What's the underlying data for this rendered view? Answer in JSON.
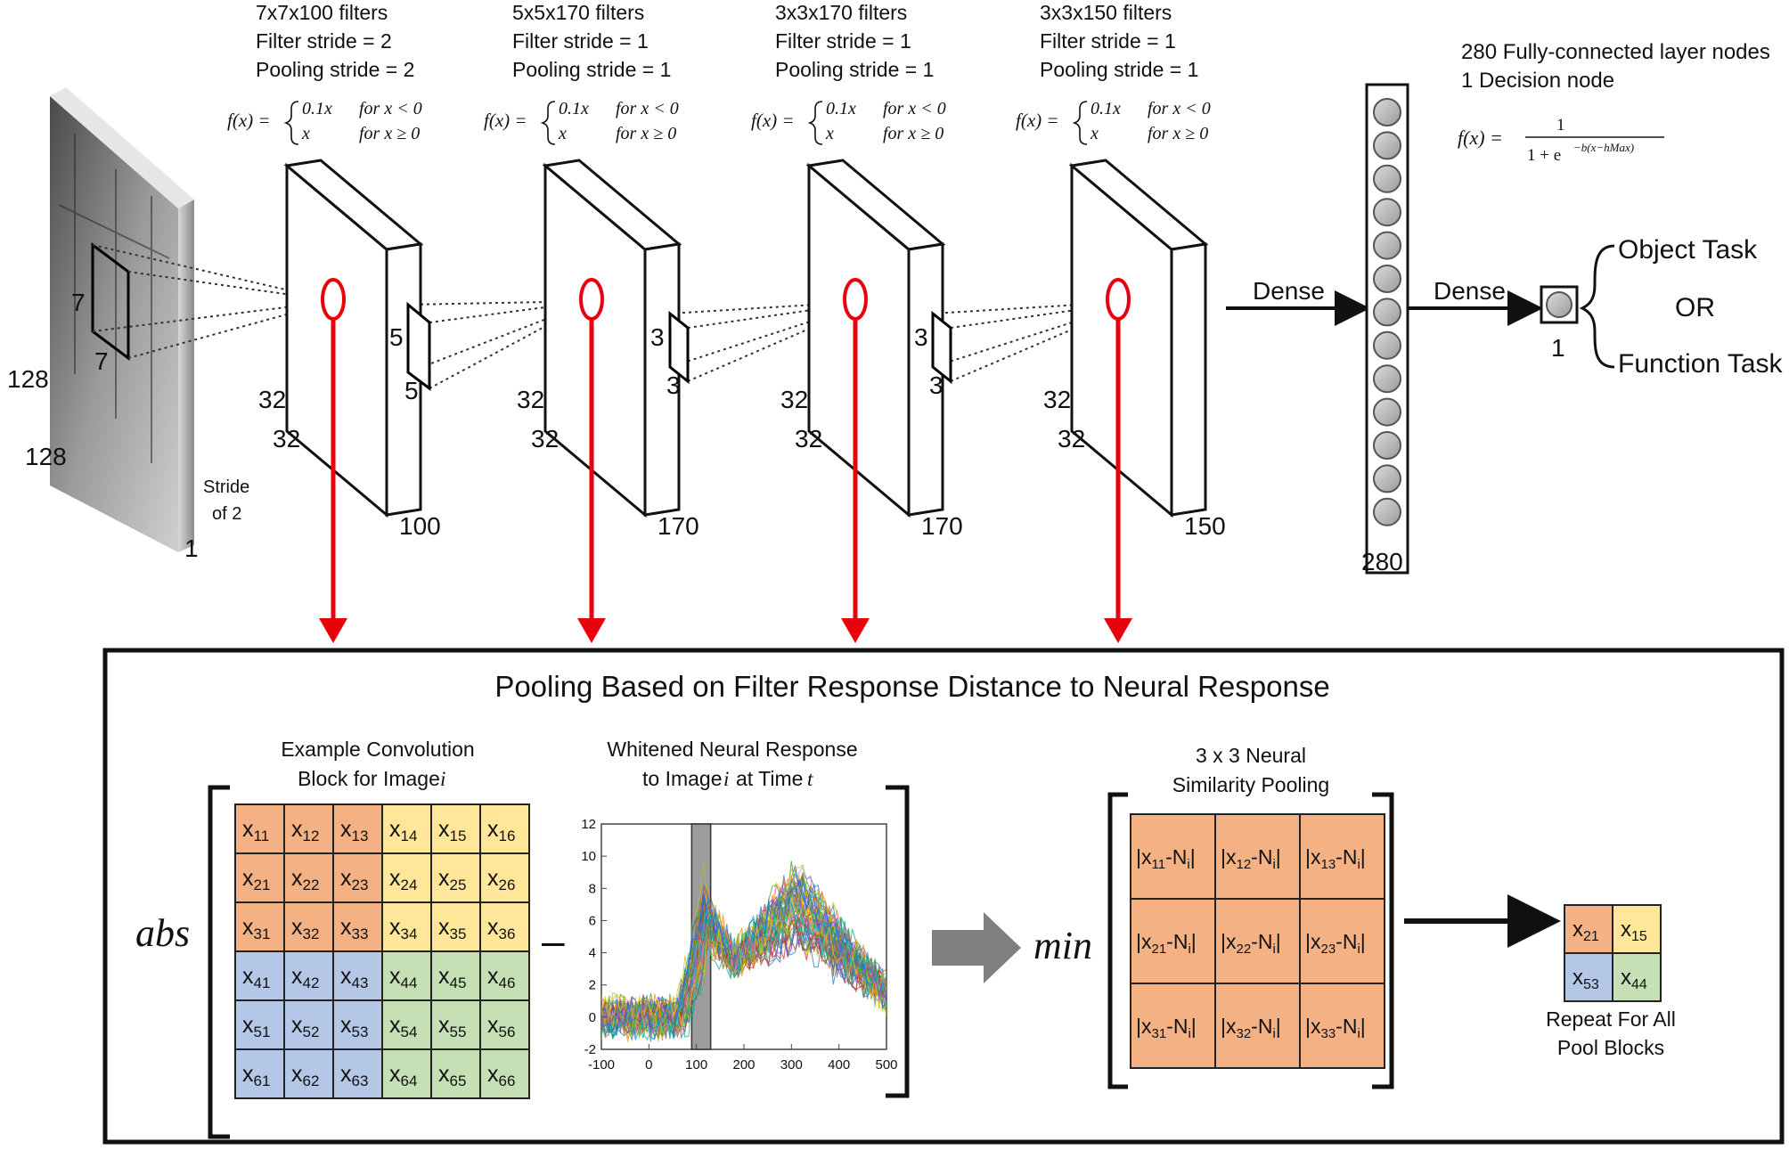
{
  "input": {
    "kernel_h": "7",
    "kernel_w": "7",
    "height": "128",
    "width": "128",
    "stride_label_1": "Stride",
    "stride_label_2": "of 2",
    "channels": "1"
  },
  "layers": [
    {
      "line1": "7x7x100 filters",
      "line2": "Filter stride = 2",
      "line3": "Pooling stride = 2",
      "size_a": "32",
      "size_b": "32",
      "depth": "100",
      "next_kernel": "5"
    },
    {
      "line1": "5x5x170 filters",
      "line2": "Filter stride = 1",
      "line3": "Pooling stride = 1",
      "size_a": "32",
      "size_b": "32",
      "depth": "170",
      "next_kernel": "3"
    },
    {
      "line1": "3x3x170 filters",
      "line2": "Filter stride = 1",
      "line3": "Pooling stride = 1",
      "size_a": "32",
      "size_b": "32",
      "depth": "170",
      "next_kernel": "3"
    },
    {
      "line1": "3x3x150 filters",
      "line2": "Filter stride = 1",
      "line3": "Pooling stride = 1",
      "size_a": "32",
      "size_b": "32",
      "depth": "150",
      "next_kernel": ""
    }
  ],
  "activation": {
    "lhs": "f(x) =",
    "case1_val": "0.1x",
    "case1_cond": "for x < 0",
    "case2_val": "x",
    "case2_cond": "for x ≥ 0"
  },
  "fc": {
    "line1": "280 Fully-connected layer nodes",
    "line2": "1 Decision node",
    "formula_lhs": "f(x) =",
    "formula_num": "1",
    "formula_den": "1 + e",
    "formula_exp": "−b(x−hMax)",
    "nodes_label": "280",
    "node_count": 13,
    "decision_label": "1",
    "dense1": "Dense",
    "dense2": "Dense",
    "task1": "Object Task",
    "or": "OR",
    "task2": "Function Task"
  },
  "pooling": {
    "title": "Pooling Based on Filter Response Distance to Neural Response",
    "abs": "abs",
    "minus": "–",
    "min": "min",
    "conv_title_1": "Example Convolution",
    "conv_title_2": "Block for Image",
    "conv_title_2_var": "i",
    "neural_title_1": "Whitened Neural Response",
    "neural_title_2a": "to Image",
    "neural_title_2_var_i": "i",
    "neural_title_2b": "at Time",
    "neural_title_2_var_t": "t",
    "sim_title_1": "3 x 3 Neural",
    "sim_title_2": "Similarity Pooling",
    "repeat_1": "Repeat For All",
    "repeat_2": "Pool Blocks",
    "matrix_cells": [
      [
        "11",
        "12",
        "13",
        "14",
        "15",
        "16"
      ],
      [
        "21",
        "22",
        "23",
        "24",
        "25",
        "26"
      ],
      [
        "31",
        "32",
        "33",
        "34",
        "35",
        "36"
      ],
      [
        "41",
        "42",
        "43",
        "44",
        "45",
        "46"
      ],
      [
        "51",
        "52",
        "53",
        "54",
        "55",
        "56"
      ],
      [
        "61",
        "62",
        "63",
        "64",
        "65",
        "66"
      ]
    ],
    "sim_cells": [
      [
        "11",
        "12",
        "13"
      ],
      [
        "21",
        "22",
        "23"
      ],
      [
        "31",
        "32",
        "33"
      ]
    ],
    "result_cells": [
      "21",
      "15",
      "53",
      "44"
    ],
    "colors": {
      "orange": "#F4B183",
      "yellow": "#FFE699",
      "blue": "#B4C7E7",
      "green": "#C5E0B4",
      "red": "#E8000B"
    }
  },
  "chart_data": {
    "type": "line",
    "title": "",
    "xlabel": "",
    "ylabel": "",
    "xlim": [
      -100,
      500
    ],
    "ylim": [
      -2,
      12
    ],
    "x_ticks": [
      "-100",
      "0",
      "100",
      "200",
      "300",
      "400",
      "500"
    ],
    "y_ticks": [
      "-2",
      "0",
      "2",
      "4",
      "6",
      "8",
      "10",
      "12"
    ],
    "highlight_window": [
      90,
      130
    ],
    "grid": false,
    "legend": "none",
    "note": "many overlapping colored response traces: ~0 before 80 ms, rise to ~6 near 100-130, dip ~4 near 180, peak ~7 near 300, decline to ~2 by 500"
  }
}
